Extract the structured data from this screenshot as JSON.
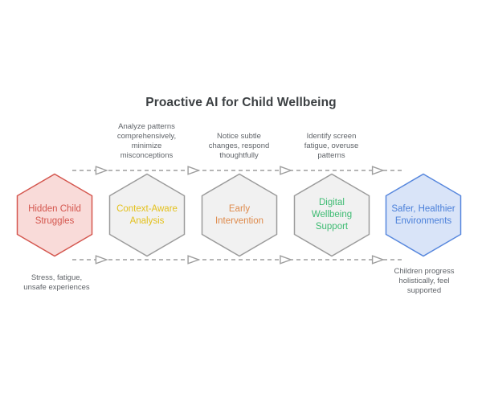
{
  "title": "Proactive AI for Child Wellbeing",
  "colors": {
    "background": "#ffffff",
    "title": "#3c4043",
    "annotation": "#5f6368",
    "connector": "#9e9e9e",
    "arrowhead_fill": "#ffffff"
  },
  "stages": [
    {
      "id": "hidden-child-struggles",
      "label": "Hidden Child\nStruggles",
      "fill": "#f9dbd9",
      "border": "#d4564e",
      "text_color": "#d4564e",
      "note_below": "Stress, fatigue,\nunsafe experiences"
    },
    {
      "id": "context-aware-analysis",
      "label": "Context-Aware\nAnalysis",
      "fill": "#f1f1f1",
      "border": "#9b9b9b",
      "text_color": "#e4c11d",
      "note_above": "Analyze patterns\ncomprehensively,\nminimize\nmisconceptions"
    },
    {
      "id": "early-intervention",
      "label": "Early\nIntervention",
      "fill": "#f1f1f1",
      "border": "#9b9b9b",
      "text_color": "#de8a4b",
      "note_above": "Notice subtle\nchanges, respond\nthoughtfully"
    },
    {
      "id": "digital-wellbeing-support",
      "label": "Digital\nWellbeing\nSupport",
      "fill": "#f1f1f1",
      "border": "#9b9b9b",
      "text_color": "#3dbb72",
      "note_above": "Identify screen\nfatigue, overuse\npatterns"
    },
    {
      "id": "safer-healthier-environments",
      "label": "Safer, Healthier\nEnvironments",
      "fill": "#d9e4f8",
      "border": "#5787dd",
      "text_color": "#4a7fd9",
      "note_below": "Children progress\nholistically, feel\nsupported"
    }
  ]
}
